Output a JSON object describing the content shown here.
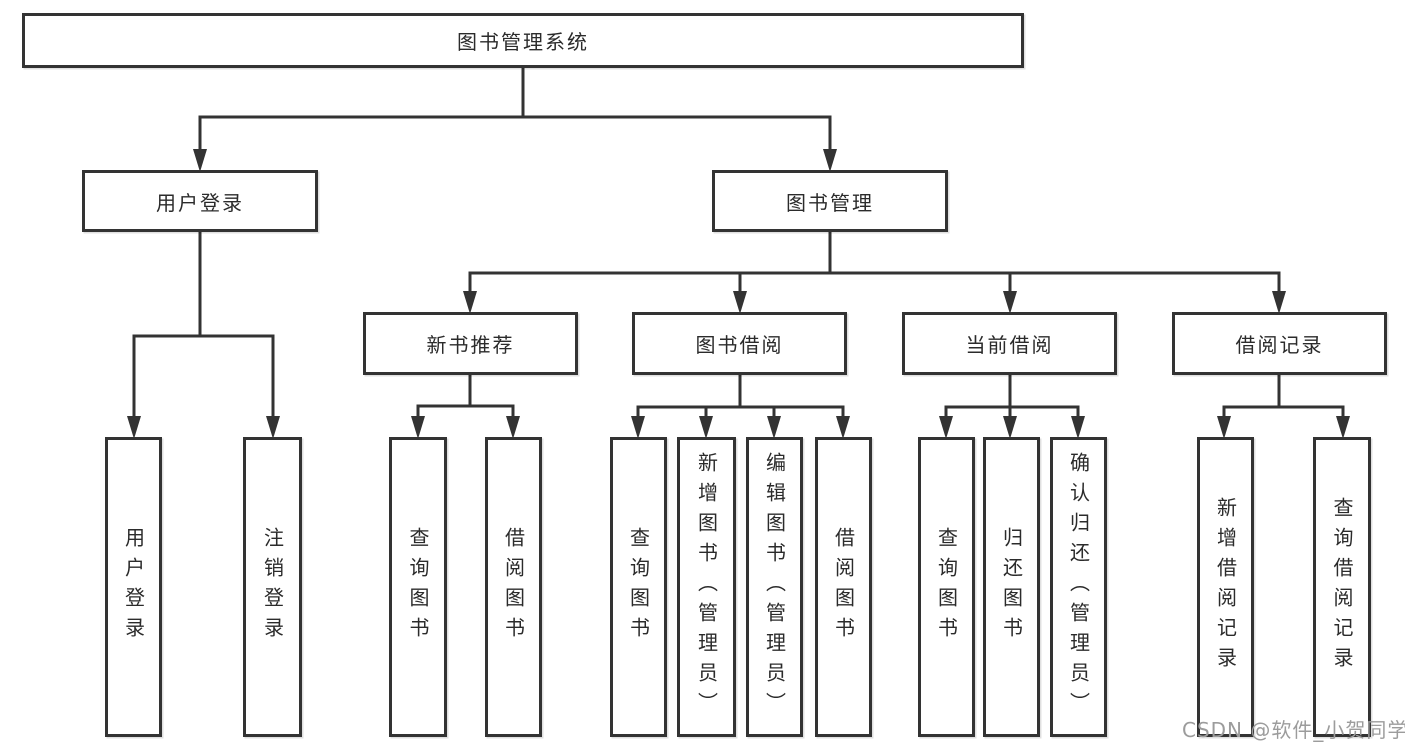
{
  "colors": {
    "line": "#333333",
    "text": "#2b2b2b",
    "watermark": "#9c9c9c",
    "background": "#ffffff"
  },
  "tree": {
    "root": {
      "label": "图书管理系统"
    },
    "level2": [
      {
        "id": "user-login",
        "label": "用户登录"
      },
      {
        "id": "book-management",
        "label": "图书管理"
      }
    ],
    "level3": [
      {
        "id": "new-book-recommend",
        "label": "新书推荐",
        "parent": "book-management"
      },
      {
        "id": "book-borrow",
        "label": "图书借阅",
        "parent": "book-management"
      },
      {
        "id": "current-borrow",
        "label": "当前借阅",
        "parent": "book-management"
      },
      {
        "id": "borrow-records",
        "label": "借阅记录",
        "parent": "book-management"
      }
    ],
    "leaves": [
      {
        "id": "leaf-user-login",
        "label": "用户登录",
        "parent": "user-login"
      },
      {
        "id": "leaf-logout",
        "label": "注销登录",
        "parent": "user-login"
      },
      {
        "id": "leaf-query-book-recommend",
        "label": "查询图书",
        "parent": "new-book-recommend"
      },
      {
        "id": "leaf-borrow-book-recommend",
        "label": "借阅图书",
        "parent": "new-book-recommend"
      },
      {
        "id": "leaf-query-book-borrow",
        "label": "查询图书",
        "parent": "book-borrow"
      },
      {
        "id": "leaf-add-book-admin",
        "label": "新增图书（管理员）",
        "parent": "book-borrow"
      },
      {
        "id": "leaf-edit-book-admin",
        "label": "编辑图书（管理员）",
        "parent": "book-borrow"
      },
      {
        "id": "leaf-borrow-book",
        "label": "借阅图书",
        "parent": "book-borrow"
      },
      {
        "id": "leaf-query-book-current",
        "label": "查询图书",
        "parent": "current-borrow"
      },
      {
        "id": "leaf-return-book",
        "label": "归还图书",
        "parent": "current-borrow"
      },
      {
        "id": "leaf-confirm-return-admin",
        "label": "确认归还（管理员）",
        "parent": "current-borrow"
      },
      {
        "id": "leaf-add-borrow-record",
        "label": "新增借阅记录",
        "parent": "borrow-records"
      },
      {
        "id": "leaf-query-borrow-record",
        "label": "查询借阅记录",
        "parent": "borrow-records"
      }
    ]
  },
  "watermark": {
    "text": "CSDN @软件_小贺同学"
  }
}
